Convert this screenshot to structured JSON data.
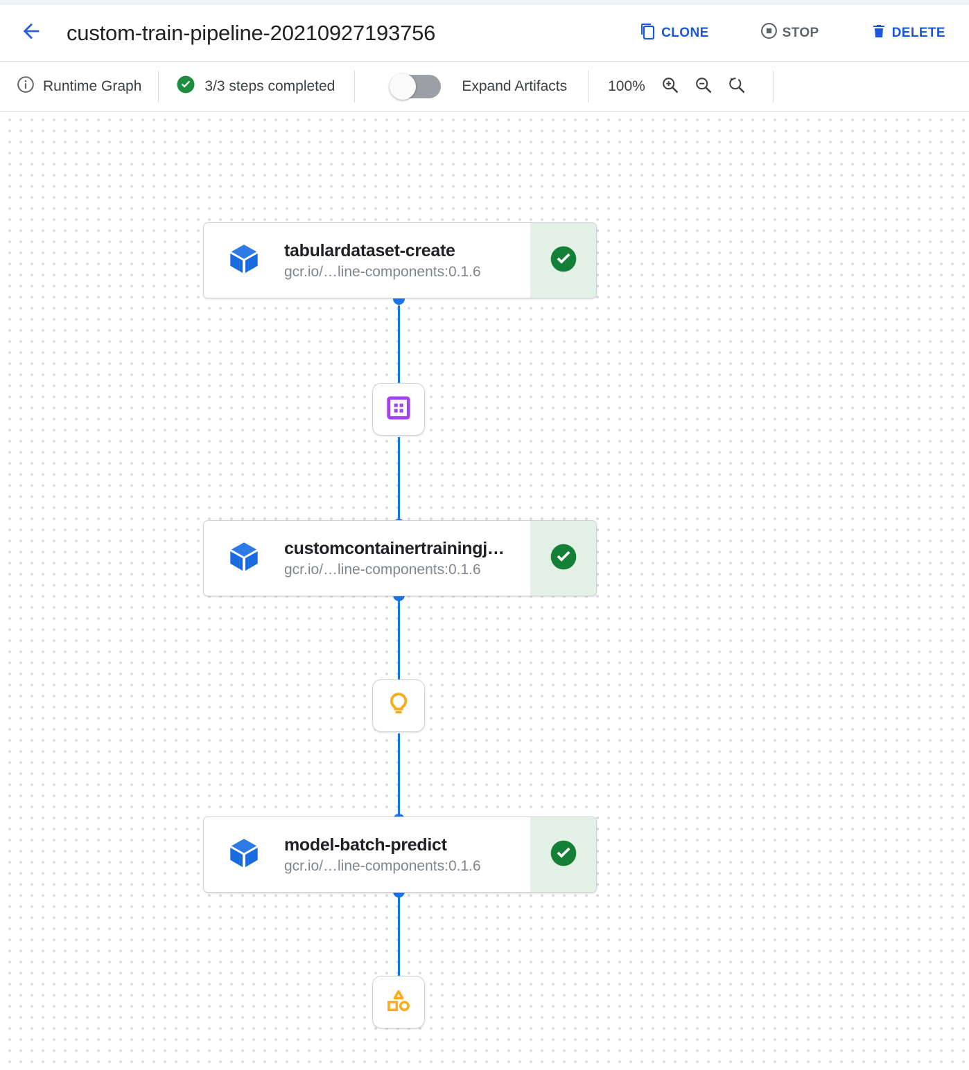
{
  "header": {
    "back_icon": "arrow-left-icon",
    "title": "custom-train-pipeline-20210927193756",
    "actions": [
      {
        "label": "CLONE",
        "icon": "clone-icon",
        "state": "enabled",
        "color": "#1a56db"
      },
      {
        "label": "STOP",
        "icon": "stop-icon",
        "state": "disabled",
        "color": "#5f6368"
      },
      {
        "label": "DELETE",
        "icon": "delete-icon",
        "state": "enabled",
        "color": "#1a56db"
      }
    ]
  },
  "toolbar": {
    "graph_label": "Runtime Graph",
    "graph_icon": "info-icon",
    "status_label": "3/3 steps completed",
    "status_icon": "check-circle-icon",
    "status_color": "#1e8e3e",
    "expand_artifacts_label": "Expand Artifacts",
    "expand_artifacts_on": false,
    "zoom_level": "100%",
    "zoom_in_icon": "zoom-in-icon",
    "zoom_out_icon": "zoom-out-icon",
    "zoom_reset_icon": "zoom-reset-icon"
  },
  "graph": {
    "accent_color": "#1a73e8",
    "nodes": [
      {
        "id": "tabulardataset-create",
        "title": "tabulardataset-create",
        "subtitle": "gcr.io/…line-components:0.1.6",
        "icon": "cube-icon",
        "status": "succeeded",
        "status_icon": "check-circle-icon"
      },
      {
        "id": "customcontainertrainingjob",
        "title": "customcontainertrainingj…",
        "subtitle": "gcr.io/…line-components:0.1.6",
        "icon": "cube-icon",
        "status": "succeeded",
        "status_icon": "check-circle-icon"
      },
      {
        "id": "model-batch-predict",
        "title": "model-batch-predict",
        "subtitle": "gcr.io/…line-components:0.1.6",
        "icon": "cube-icon",
        "status": "succeeded",
        "status_icon": "check-circle-icon"
      }
    ],
    "artifacts": [
      {
        "id": "dataset-artifact",
        "icon": "dataset-icon",
        "color": "#a142f4"
      },
      {
        "id": "model-artifact",
        "icon": "lightbulb-icon",
        "color": "#fbab17"
      },
      {
        "id": "batch-prediction-artifact",
        "icon": "shapes-icon",
        "color": "#fbab17"
      }
    ]
  }
}
